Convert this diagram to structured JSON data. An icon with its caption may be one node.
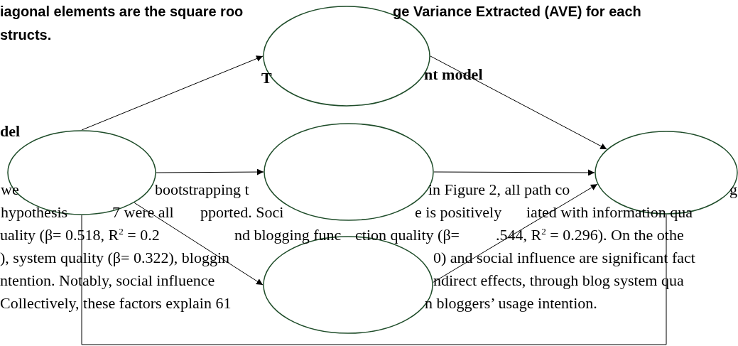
{
  "diagram": {
    "nodes": [
      {
        "text": [],
        "shape": "ellipse"
      },
      {
        "text": [],
        "shape": "ellipse"
      },
      {
        "text": [],
        "shape": "ellipse"
      },
      {
        "text": [],
        "shape": "ellipse"
      },
      {
        "text": [],
        "shape": "ellipse"
      }
    ],
    "edges": [
      {
        "from": 0,
        "to": 1,
        "arrow": "to"
      },
      {
        "from": 1,
        "to": 4,
        "arrow": "to"
      },
      {
        "from": 0,
        "to": 2,
        "arrow": "to"
      },
      {
        "from": 2,
        "to": 4,
        "arrow": "to"
      },
      {
        "from": 0,
        "to": 3,
        "arrow": "to"
      },
      {
        "from": 3,
        "to": 4,
        "arrow": "to"
      },
      {
        "from": 0,
        "to": 4,
        "arrow": "none"
      }
    ],
    "labels": [
      "iagonal elements are the square roo",
      "ge Variance Extracted (AVE) for each",
      "structs.",
      "T",
      "nt model",
      "del",
      "we",
      "bootstrapping t",
      "in Figure 2, all path co",
      "g",
      "hypothesis",
      "7 were all",
      "pported. Soci",
      "e is positively",
      "iated with information qua",
      "uality (β= 0.518, R$^{2}$ = 0.2",
      "nd blogging func",
      "ction quality (β=",
      ".544, R$^{2}$ = 0.296). On the othe",
      "), system quality (β= 0.322), bloggin",
      "0) and social influence are significant fact",
      "ntention. Notably, social influence",
      "ndirect effects, through blog system qua",
      "Collectively, these factors explain 61",
      "n bloggers’ usage intention."
    ]
  }
}
